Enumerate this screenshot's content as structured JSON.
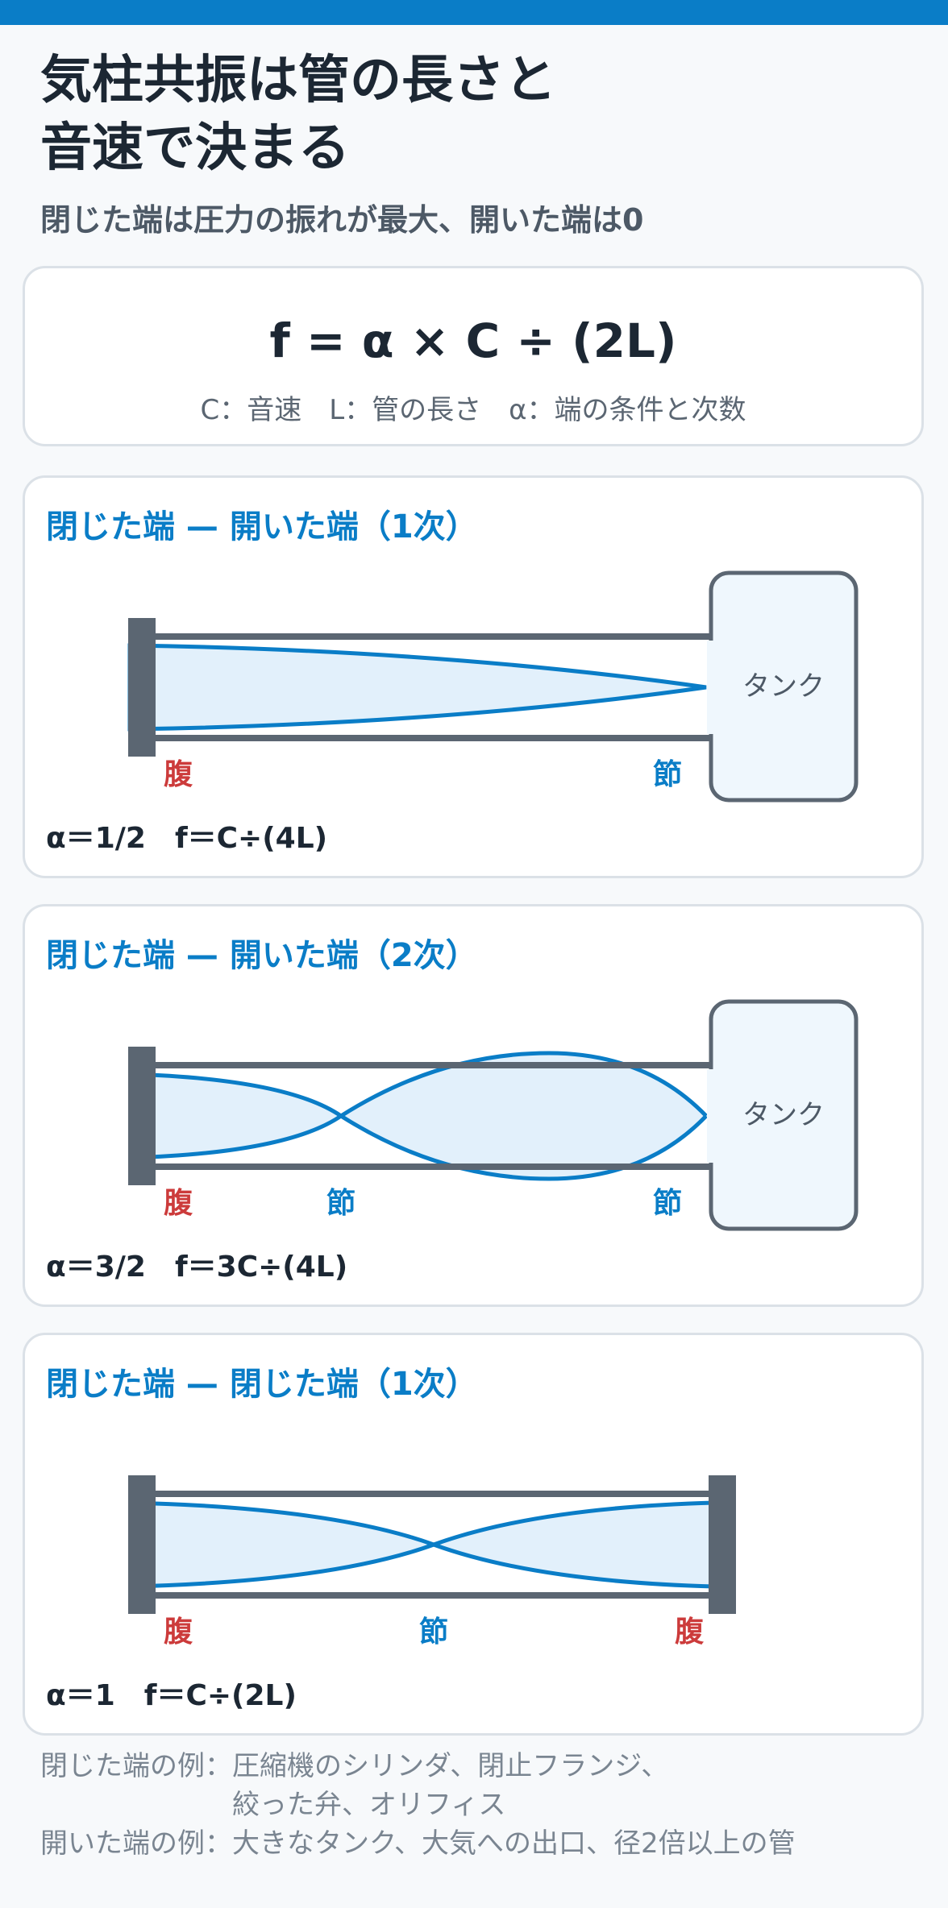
{
  "title_line1": "気柱共振は管の長さと",
  "title_line2": "音速で決まる",
  "subtitle": "閉じた端は圧力の振れが最大、開いた端は0",
  "formula": {
    "expression": "f = α × C ÷ (2L)",
    "legend": "C：音速　L：管の長さ　α：端の条件と次数"
  },
  "modes": [
    {
      "title": "閉じた端 — 開いた端（1次）",
      "tank_label": "タンク",
      "labels": [
        "腹",
        "節"
      ],
      "equation": "α＝1/2　f＝C÷(4L)"
    },
    {
      "title": "閉じた端 — 開いた端（2次）",
      "tank_label": "タンク",
      "labels": [
        "腹",
        "節",
        "節"
      ],
      "equation": "α＝3/2　f＝3C÷(4L)"
    },
    {
      "title": "閉じた端 — 閉じた端（1次）",
      "labels": [
        "腹",
        "節",
        "腹"
      ],
      "equation": "α＝1　f＝C÷(2L)"
    }
  ],
  "footer": {
    "closed_line1": "閉じた端の例：圧縮機のシリンダ、閉止フランジ、",
    "closed_line2": "　　　　　　　絞った弁、オリフィス",
    "open_line": "開いた端の例：大きなタンク、大気への出口、径2倍以上の管"
  },
  "colors": {
    "accent": "#0a7dc7",
    "antinode": "#cc3b3b",
    "node": "#0a7dc7",
    "pipe": "#5b6672",
    "fill": "#e2f0fb"
  }
}
